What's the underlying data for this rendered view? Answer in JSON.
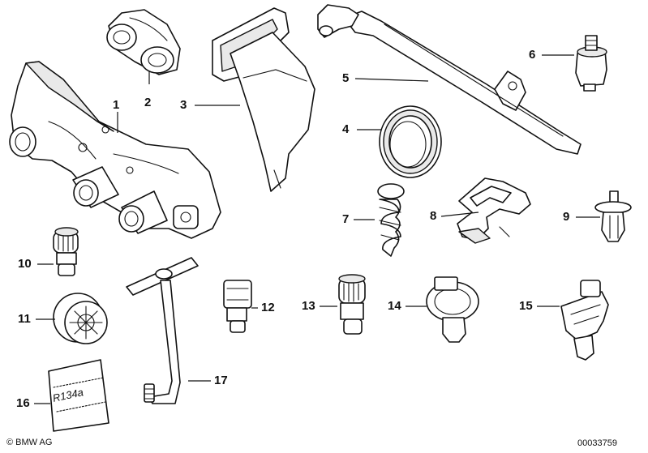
{
  "parts": [
    {
      "id": "1",
      "label": "1"
    },
    {
      "id": "2",
      "label": "2"
    },
    {
      "id": "3",
      "label": "3"
    },
    {
      "id": "4",
      "label": "4"
    },
    {
      "id": "5",
      "label": "5"
    },
    {
      "id": "6",
      "label": "6"
    },
    {
      "id": "7",
      "label": "7"
    },
    {
      "id": "8",
      "label": "8"
    },
    {
      "id": "9",
      "label": "9"
    },
    {
      "id": "10",
      "label": "10"
    },
    {
      "id": "11",
      "label": "11"
    },
    {
      "id": "12",
      "label": "12"
    },
    {
      "id": "13",
      "label": "13"
    },
    {
      "id": "14",
      "label": "14"
    },
    {
      "id": "15",
      "label": "15"
    },
    {
      "id": "16",
      "label": "16"
    },
    {
      "id": "17",
      "label": "17"
    }
  ],
  "sticker_text": "R134a",
  "footer": {
    "brand": "© BMW AG",
    "diagram_number": "00033759"
  }
}
